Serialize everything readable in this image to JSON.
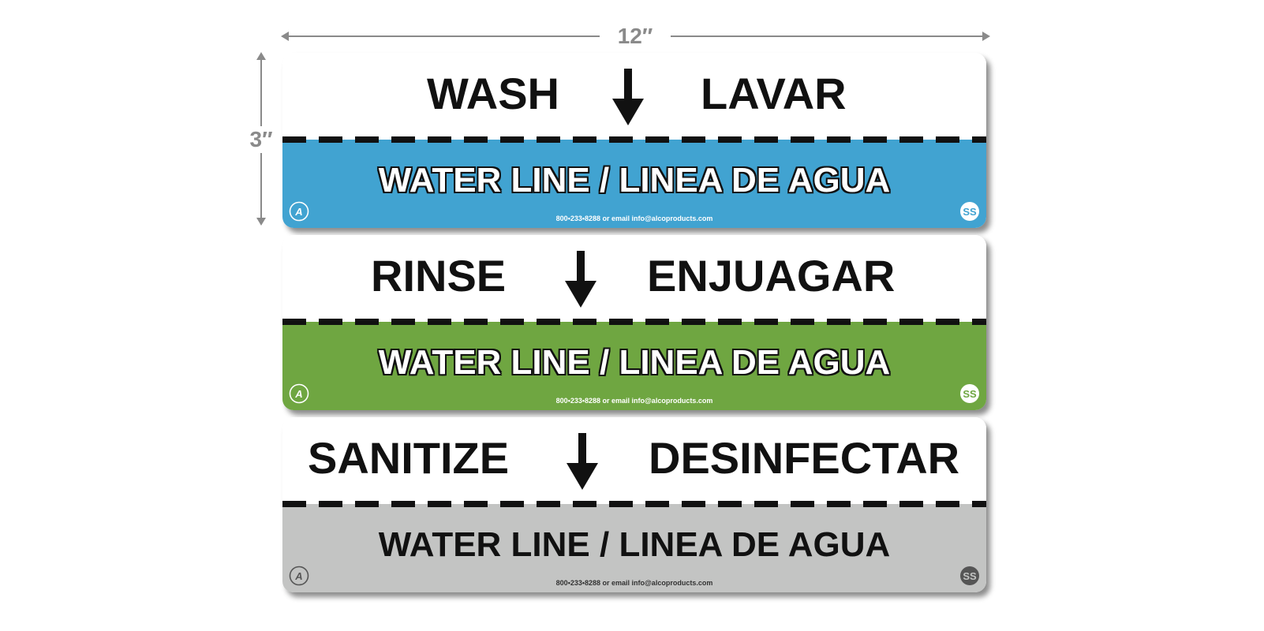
{
  "dimensions": {
    "width_label": "12″",
    "height_label": "3″"
  },
  "signs": [
    {
      "left_word": "WASH",
      "right_word": "LAVAR",
      "waterline": "WATER LINE / LINEA DE AGUA",
      "contact": "800•233•8288 or email info@alcoproducts.com",
      "color": "#41a3d1"
    },
    {
      "left_word": "RINSE",
      "right_word": "ENJUAGAR",
      "waterline": "WATER LINE / LINEA DE AGUA",
      "contact": "800•233•8288 or email info@alcoproducts.com",
      "color": "#6fa641"
    },
    {
      "left_word": "SANITIZE",
      "right_word": "DESINFECTAR",
      "waterline": "WATER LINE / LINEA DE AGUA",
      "contact": "800•233•8288 or email info@alcoproducts.com",
      "color": "#c3c4c3"
    }
  ],
  "icons": {
    "arrow": "down-arrow-icon",
    "brand_left": "alco-logo-icon",
    "brand_right": "ss-logo-icon"
  }
}
